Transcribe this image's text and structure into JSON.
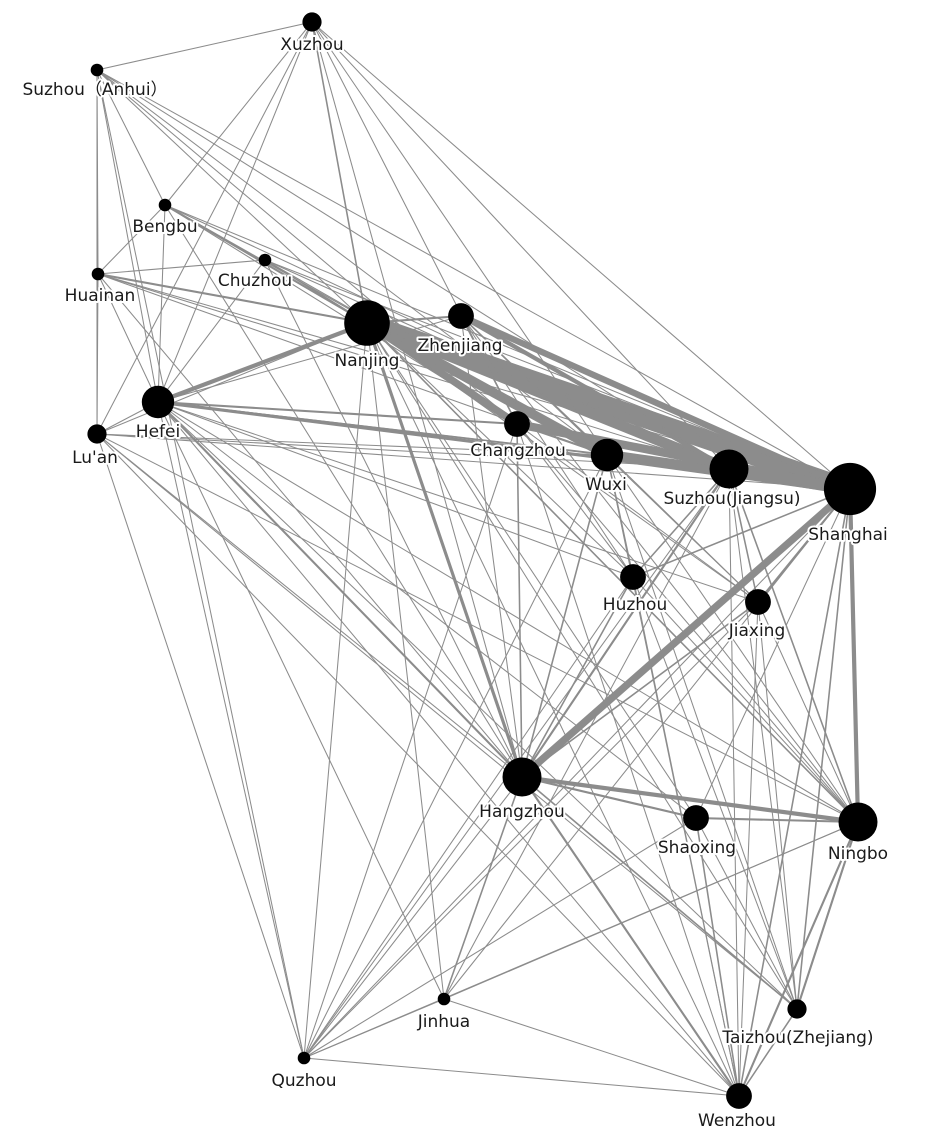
{
  "colors": {
    "edge": "#8c8c8c",
    "node": "#000000",
    "label": "#1a1a1a",
    "background": "#ffffff"
  },
  "cities": [
    {
      "id": "xuzhou",
      "label": "Xuzhou",
      "size": 2
    },
    {
      "id": "suzhou_anhui",
      "label": "Suzhou（Anhui）",
      "size": 1
    },
    {
      "id": "bengbu",
      "label": "Bengbu",
      "size": 1
    },
    {
      "id": "chuzhou",
      "label": "Chuzhou",
      "size": 1
    },
    {
      "id": "huainan",
      "label": "Huainan",
      "size": 1
    },
    {
      "id": "nanjing",
      "label": "Nanjing",
      "size": 6
    },
    {
      "id": "zhenjiang",
      "label": "Zhenjiang",
      "size": 3
    },
    {
      "id": "hefei",
      "label": "Hefei",
      "size": 4
    },
    {
      "id": "luan",
      "label": "Lu'an",
      "size": 2
    },
    {
      "id": "changzhou",
      "label": "Changzhou",
      "size": 3
    },
    {
      "id": "wuxi",
      "label": "Wuxi",
      "size": 4
    },
    {
      "id": "suzhou_jiangsu",
      "label": "Suzhou(Jiangsu)",
      "size": 5
    },
    {
      "id": "shanghai",
      "label": "Shanghai",
      "size": 7
    },
    {
      "id": "huzhou",
      "label": "Huzhou",
      "size": 3
    },
    {
      "id": "jiaxing",
      "label": "Jiaxing",
      "size": 3
    },
    {
      "id": "hangzhou",
      "label": "Hangzhou",
      "size": 5
    },
    {
      "id": "shaoxing",
      "label": "Shaoxing",
      "size": 3
    },
    {
      "id": "ningbo",
      "label": "Ningbo",
      "size": 5
    },
    {
      "id": "taizhou",
      "label": "Taizhou(Zhejiang)",
      "size": 2
    },
    {
      "id": "jinhua",
      "label": "Jinhua",
      "size": 1
    },
    {
      "id": "quzhou",
      "label": "Quzhou",
      "size": 1
    },
    {
      "id": "wenzhou",
      "label": "Wenzhou",
      "size": 3
    }
  ],
  "links": [
    [
      "nanjing",
      "shanghai",
      18
    ],
    [
      "suzhou_jiangsu",
      "shanghai",
      12
    ],
    [
      "wuxi",
      "shanghai",
      10
    ],
    [
      "changzhou",
      "shanghai",
      8
    ],
    [
      "nanjing",
      "suzhou_jiangsu",
      10
    ],
    [
      "nanjing",
      "wuxi",
      9
    ],
    [
      "nanjing",
      "changzhou",
      7
    ],
    [
      "zhenjiang",
      "shanghai",
      6
    ],
    [
      "zhenjiang",
      "suzhou_jiangsu",
      4
    ],
    [
      "hangzhou",
      "shanghai",
      7
    ],
    [
      "hangzhou",
      "ningbo",
      4
    ],
    [
      "ningbo",
      "shanghai",
      4
    ],
    [
      "hefei",
      "nanjing",
      4
    ],
    [
      "hefei",
      "shanghai",
      3
    ],
    [
      "hefei",
      "hangzhou",
      2
    ],
    [
      "nanjing",
      "hangzhou",
      3
    ],
    [
      "suzhou_jiangsu",
      "hangzhou",
      2
    ],
    [
      "jiaxing",
      "shanghai",
      2
    ],
    [
      "hangzhou",
      "shaoxing",
      2
    ],
    [
      "shaoxing",
      "ningbo",
      2
    ],
    [
      "ningbo",
      "taizhou",
      2
    ],
    [
      "hangzhou",
      "wenzhou",
      2
    ],
    [
      "ningbo",
      "wenzhou",
      2
    ],
    [
      "shanghai",
      "wenzhou",
      1.5
    ],
    [
      "huainan",
      "nanjing",
      2
    ],
    [
      "bengbu",
      "nanjing",
      2
    ],
    [
      "hefei",
      "changzhou",
      2
    ],
    [
      "hefei",
      "wuxi",
      1.5
    ],
    [
      "hefei",
      "suzhou_jiangsu",
      1.5
    ],
    [
      "huzhou",
      "shanghai",
      1.5
    ],
    [
      "huzhou",
      "hangzhou",
      1.5
    ],
    [
      "xuzhou",
      "nanjing",
      1.5
    ],
    [
      "xuzhou",
      "shanghai",
      1
    ],
    [
      "suzhou_anhui",
      "xuzhou",
      1
    ],
    [
      "suzhou_anhui",
      "huainan",
      1
    ],
    [
      "suzhou_anhui",
      "bengbu",
      1
    ],
    [
      "suzhou_anhui",
      "nanjing",
      1
    ],
    [
      "suzhou_anhui",
      "shanghai",
      1
    ],
    [
      "suzhou_anhui",
      "suzhou_jiangsu",
      1
    ],
    [
      "suzhou_anhui",
      "hefei",
      1
    ],
    [
      "suzhou_anhui",
      "wuxi",
      1
    ],
    [
      "suzhou_anhui",
      "changzhou",
      1
    ],
    [
      "bengbu",
      "shanghai",
      1
    ],
    [
      "bengbu",
      "hefei",
      1
    ],
    [
      "bengbu",
      "suzhou_jiangsu",
      1
    ],
    [
      "bengbu",
      "wuxi",
      1
    ],
    [
      "bengbu",
      "changzhou",
      1
    ],
    [
      "bengbu",
      "hangzhou",
      1
    ],
    [
      "chuzhou",
      "nanjing",
      1.5
    ],
    [
      "chuzhou",
      "shanghai",
      1
    ],
    [
      "chuzhou",
      "suzhou_jiangsu",
      1
    ],
    [
      "chuzhou",
      "hefei",
      1
    ],
    [
      "chuzhou",
      "hangzhou",
      1
    ],
    [
      "chuzhou",
      "wuxi",
      1
    ],
    [
      "huainan",
      "hefei",
      1
    ],
    [
      "huainan",
      "shanghai",
      1
    ],
    [
      "huainan",
      "suzhou_jiangsu",
      1
    ],
    [
      "huainan",
      "hangzhou",
      1
    ],
    [
      "huainan",
      "wuxi",
      1
    ],
    [
      "huainan",
      "luan",
      1
    ],
    [
      "luan",
      "hefei",
      1
    ],
    [
      "luan",
      "nanjing",
      1
    ],
    [
      "luan",
      "shanghai",
      1
    ],
    [
      "luan",
      "hangzhou",
      1
    ],
    [
      "luan",
      "suzhou_jiangsu",
      1
    ],
    [
      "luan",
      "wuxi",
      1
    ],
    [
      "luan",
      "ningbo",
      1
    ],
    [
      "xuzhou",
      "suzhou_jiangsu",
      1
    ],
    [
      "xuzhou",
      "hefei",
      1
    ],
    [
      "xuzhou",
      "hangzhou",
      1
    ],
    [
      "xuzhou",
      "wuxi",
      1
    ],
    [
      "xuzhou",
      "changzhou",
      1
    ],
    [
      "xuzhou",
      "luan",
      1
    ],
    [
      "xuzhou",
      "bengbu",
      1
    ],
    [
      "hefei",
      "ningbo",
      1
    ],
    [
      "hefei",
      "jiaxing",
      1
    ],
    [
      "hefei",
      "huzhou",
      1
    ],
    [
      "hefei",
      "shaoxing",
      1
    ],
    [
      "hefei",
      "wenzhou",
      1
    ],
    [
      "hefei",
      "jinhua",
      1
    ],
    [
      "nanjing",
      "ningbo",
      1.5
    ],
    [
      "nanjing",
      "jiaxing",
      1
    ],
    [
      "nanjing",
      "huzhou",
      1
    ],
    [
      "nanjing",
      "wenzhou",
      1
    ],
    [
      "nanjing",
      "shaoxing",
      1
    ],
    [
      "nanjing",
      "taizhou",
      1
    ],
    [
      "suzhou_jiangsu",
      "ningbo",
      1.5
    ],
    [
      "suzhou_jiangsu",
      "jiaxing",
      1.5
    ],
    [
      "suzhou_jiangsu",
      "huzhou",
      1.5
    ],
    [
      "wuxi",
      "hangzhou",
      1.5
    ],
    [
      "wuxi",
      "ningbo",
      1
    ],
    [
      "wuxi",
      "huzhou",
      1.5
    ],
    [
      "wuxi",
      "jiaxing",
      1
    ],
    [
      "changzhou",
      "hangzhou",
      1.5
    ],
    [
      "changzhou",
      "huzhou",
      1
    ],
    [
      "changzhou",
      "jiaxing",
      1
    ],
    [
      "changzhou",
      "ningbo",
      1
    ],
    [
      "hangzhou",
      "jiaxing",
      1.5
    ],
    [
      "hangzhou",
      "taizhou",
      1.5
    ],
    [
      "hangzhou",
      "jinhua",
      1.5
    ],
    [
      "hangzhou",
      "quzhou",
      1
    ],
    [
      "ningbo",
      "jiaxing",
      1
    ],
    [
      "ningbo",
      "huzhou",
      1
    ],
    [
      "shanghai",
      "shaoxing",
      1
    ],
    [
      "shanghai",
      "taizhou",
      1.5
    ],
    [
      "shaoxing",
      "wenzhou",
      1.5
    ],
    [
      "shaoxing",
      "taizhou",
      1
    ],
    [
      "jiaxing",
      "wenzhou",
      1
    ],
    [
      "jiaxing",
      "taizhou",
      1
    ],
    [
      "huzhou",
      "wenzhou",
      1
    ],
    [
      "huzhou",
      "taizhou",
      1
    ],
    [
      "jinhua",
      "wenzhou",
      1
    ],
    [
      "jinhua",
      "ningbo",
      1
    ],
    [
      "jinhua",
      "shanghai",
      1
    ],
    [
      "jinhua",
      "suzhou_jiangsu",
      1
    ],
    [
      "jinhua",
      "nanjing",
      1
    ],
    [
      "quzhou",
      "hefei",
      1
    ],
    [
      "quzhou",
      "nanjing",
      1
    ],
    [
      "quzhou",
      "shanghai",
      1
    ],
    [
      "quzhou",
      "ningbo",
      1
    ],
    [
      "quzhou",
      "suzhou_jiangsu",
      1
    ],
    [
      "quzhou",
      "wuxi",
      1
    ],
    [
      "quzhou",
      "luan",
      1
    ],
    [
      "quzhou",
      "jinhua",
      1
    ],
    [
      "quzhou",
      "shaoxing",
      1
    ],
    [
      "quzhou",
      "wenzhou",
      1
    ],
    [
      "quzhou",
      "huzhou",
      1
    ],
    [
      "quzhou",
      "jiaxing",
      1
    ],
    [
      "quzhou",
      "changzhou",
      1
    ],
    [
      "quzhou",
      "suzhou_anhui",
      1
    ],
    [
      "wenzhou",
      "taizhou",
      1.5
    ],
    [
      "wenzhou",
      "suzhou_jiangsu",
      1
    ],
    [
      "wenzhou",
      "wuxi",
      1
    ],
    [
      "wenzhou",
      "changzhou",
      1
    ],
    [
      "wenzhou",
      "luan",
      1
    ],
    [
      "taizhou",
      "suzhou_jiangsu",
      1
    ],
    [
      "taizhou",
      "wuxi",
      1
    ],
    [
      "taizhou",
      "hefei",
      1
    ],
    [
      "taizhou",
      "luan",
      1
    ],
    [
      "zhenjiang",
      "hefei",
      1
    ],
    [
      "zhenjiang",
      "hangzhou",
      1
    ],
    [
      "zhenjiang",
      "ningbo",
      1
    ],
    [
      "zhenjiang",
      "wuxi",
      1.5
    ],
    [
      "zhenjiang",
      "changzhou",
      1.5
    ],
    [
      "zhenjiang",
      "huzhou",
      1
    ],
    [
      "zhenjiang",
      "jiaxing",
      1
    ],
    [
      "nanjing",
      "zhenjiang",
      2
    ],
    [
      "changzhou",
      "wuxi",
      2
    ],
    [
      "wuxi",
      "suzhou_jiangsu",
      2
    ],
    [
      "suzhou_anhui",
      "luan",
      1
    ],
    [
      "bengbu",
      "huainan",
      1
    ],
    [
      "chuzhou",
      "huainan",
      1
    ]
  ]
}
